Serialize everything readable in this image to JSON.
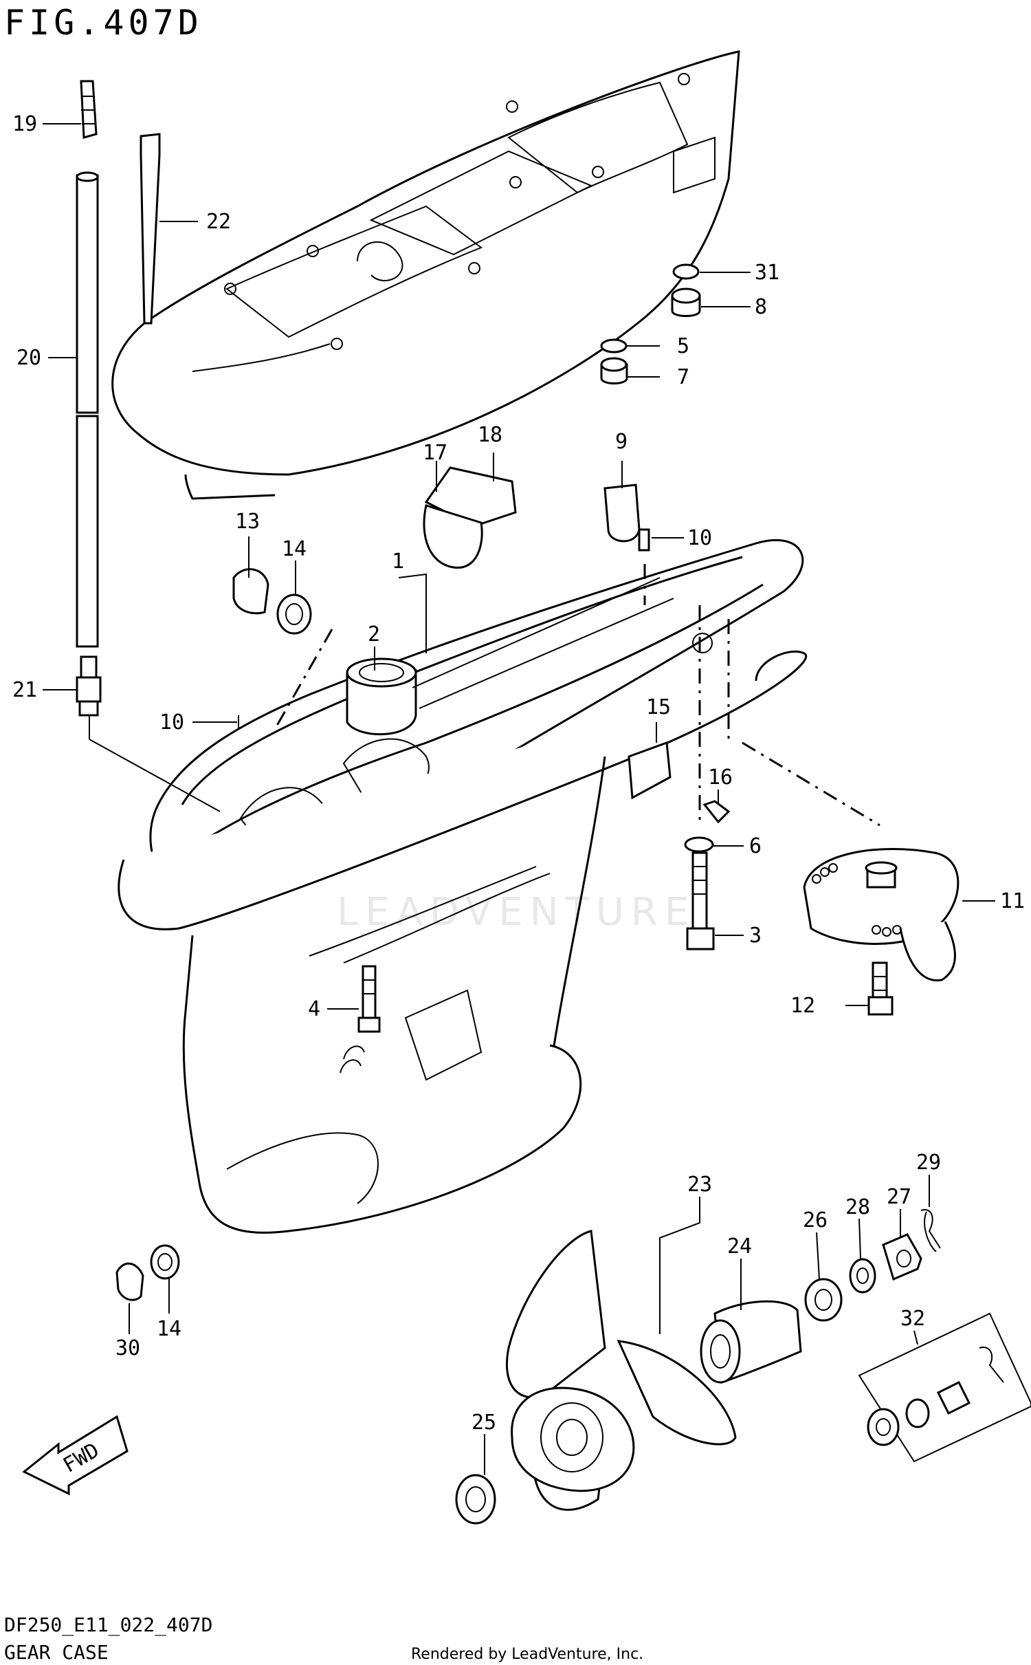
{
  "figure": {
    "title": "FIG.407D",
    "code": "DF250_E11_022_407D",
    "caption": "GEAR CASE",
    "credit": "Rendered by LeadVenture, Inc.",
    "watermark": "LEADVENTURE",
    "direction_badge": "FWD"
  },
  "callouts": [
    {
      "id": "c19",
      "text": "19"
    },
    {
      "id": "c22",
      "text": "22"
    },
    {
      "id": "c20",
      "text": "20"
    },
    {
      "id": "c31",
      "text": "31"
    },
    {
      "id": "c8",
      "text": "8"
    },
    {
      "id": "c5",
      "text": "5"
    },
    {
      "id": "c7",
      "text": "7"
    },
    {
      "id": "c18",
      "text": "18"
    },
    {
      "id": "c17",
      "text": "17"
    },
    {
      "id": "c9",
      "text": "9"
    },
    {
      "id": "c10a",
      "text": "10"
    },
    {
      "id": "c13",
      "text": "13"
    },
    {
      "id": "c14a",
      "text": "14"
    },
    {
      "id": "c1",
      "text": "1"
    },
    {
      "id": "c2",
      "text": "2"
    },
    {
      "id": "c21",
      "text": "21"
    },
    {
      "id": "c10b",
      "text": "10"
    },
    {
      "id": "c15",
      "text": "15"
    },
    {
      "id": "c16",
      "text": "16"
    },
    {
      "id": "c6",
      "text": "6"
    },
    {
      "id": "c11",
      "text": "11"
    },
    {
      "id": "c3",
      "text": "3"
    },
    {
      "id": "c4",
      "text": "4"
    },
    {
      "id": "c12",
      "text": "12"
    },
    {
      "id": "c29",
      "text": "29"
    },
    {
      "id": "c27",
      "text": "27"
    },
    {
      "id": "c28",
      "text": "28"
    },
    {
      "id": "c23",
      "text": "23"
    },
    {
      "id": "c26",
      "text": "26"
    },
    {
      "id": "c24",
      "text": "24"
    },
    {
      "id": "c32",
      "text": "32"
    },
    {
      "id": "c30",
      "text": "30"
    },
    {
      "id": "c14b",
      "text": "14"
    },
    {
      "id": "c25",
      "text": "25"
    }
  ]
}
